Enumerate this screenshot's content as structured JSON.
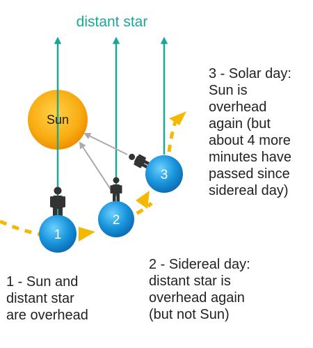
{
  "diagram": {
    "star_label": "distant star",
    "sun_label": "Sun",
    "positions": [
      {
        "number": "1",
        "caption": "1 - Sun and\ndistant star\nare overhead"
      },
      {
        "number": "2",
        "caption": "2 - Sidereal day:\ndistant star is\noverhead again\n(but not Sun)"
      },
      {
        "number": "3",
        "caption": "3 - Solar day:\nSun is\noverhead\nagain (but\nabout 4 more\nminutes have\npassed since\nsidereal day)"
      }
    ],
    "colors": {
      "star_arrow": "#1aa79a",
      "sun_fill": "#f5a300",
      "earth_fill": "#1a8fd6",
      "orbit": "#f5b800",
      "sight_line": "#aaaaaa",
      "person": "#333333",
      "text": "#231f20"
    }
  }
}
